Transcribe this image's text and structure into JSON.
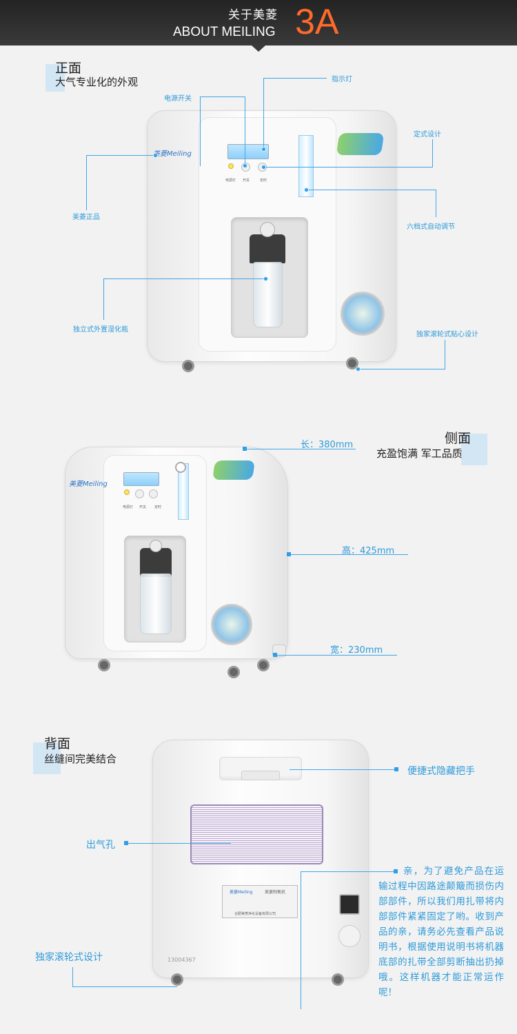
{
  "banner": {
    "title_cn": "关于美菱",
    "title_en": "ABOUT MEILING",
    "badge": "3A"
  },
  "front": {
    "heading": "正面",
    "subheading": "大气专业化的外观",
    "labels": {
      "indicator": "指示灯",
      "power_switch": "电源开关",
      "fixed_design": "定式设计",
      "genuine": "美菱正品",
      "six_gear": "六档式自动调节",
      "humidifier": "独立式外置湿化瓶",
      "caster": "独家滚轮式贴心设计"
    }
  },
  "side": {
    "heading": "侧面",
    "subheading": "充盈饱满 军工品质",
    "length": "长：380mm",
    "height": "高：425mm",
    "width": "宽：230mm"
  },
  "back": {
    "heading": "背面",
    "subheading": "丝缝间完美结合",
    "labels": {
      "handle": "便捷式隐藏把手",
      "outlet": "出气孔",
      "caster": "独家滚轮式设计"
    },
    "note": "亲，为了避免产品在运输过程中因路途颠簸而损伤内部部件，所以我们用扎带将内部部件紧紧固定了哟。收到产品的亲，请务必先查看产品说明书，根据使用说明书将机器底部的扎带全部剪断抽出扔掉哦。这样机器才能正常运作呢！"
  },
  "product": {
    "brand_logo": "美菱Meiling",
    "panel_labels": [
      "电源灯",
      "开关",
      "定时"
    ],
    "rating_plate_title": "美菱制氧机",
    "rating_plate_footer": "合肥美菱净化设备有限公司",
    "serial": "13004367"
  },
  "colors": {
    "accent": "#ff6a2a",
    "label_blue": "#2e9ad9",
    "banner_bg": "#2b2b2b",
    "page_bg": "#f2f2f2"
  }
}
